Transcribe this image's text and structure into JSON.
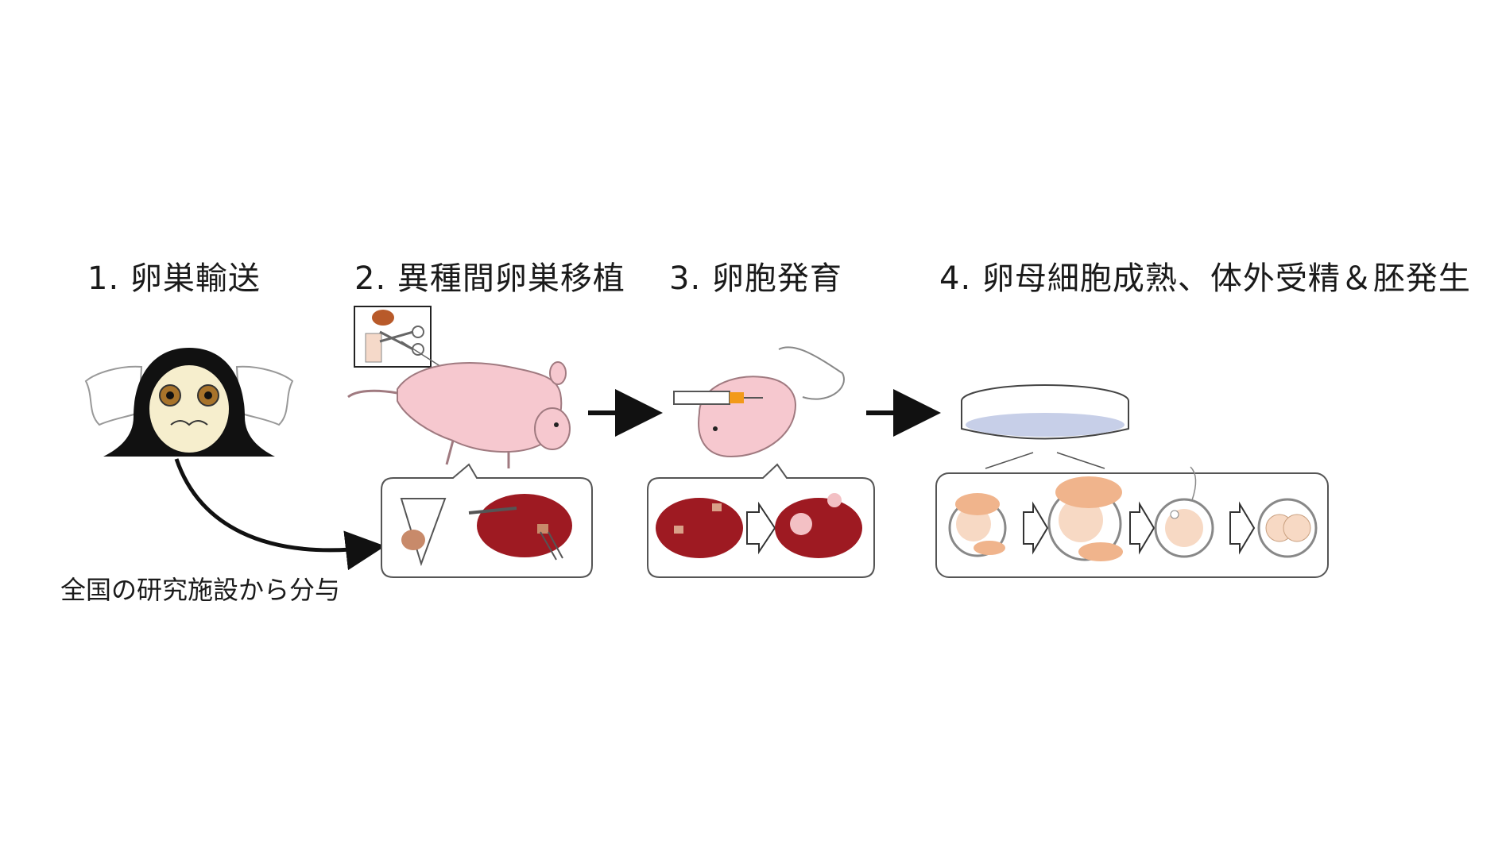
{
  "steps": [
    {
      "label": "1. 卵巣輸送"
    },
    {
      "label": "2. 異種間卵巣移植"
    },
    {
      "label": "3. 卵胞発育"
    },
    {
      "label": "4. 卵母細胞成熟、体外受精＆胚発生"
    }
  ],
  "caption": "全国の研究施設から分与",
  "colors": {
    "ovary": "#9e1a22",
    "mouse": "#f6c8cf",
    "cumulus": "#f0b48c",
    "marmoset_fur": "#111111",
    "marmoset_face": "#f6eecd",
    "syringe_tip": "#f29a1a",
    "medium": "#c7cfe8"
  }
}
